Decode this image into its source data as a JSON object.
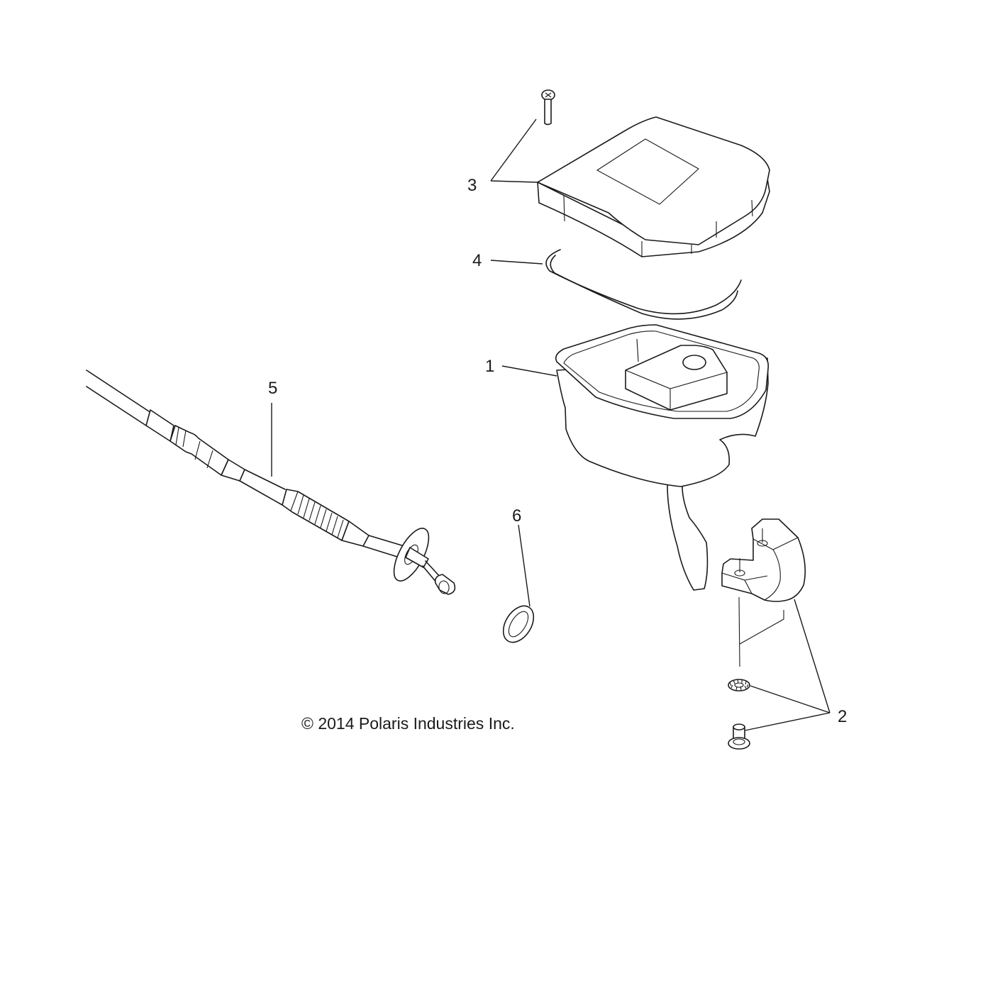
{
  "callouts": {
    "c1": "1",
    "c2": "2",
    "c3": "3",
    "c4": "4",
    "c5": "5",
    "c6": "6"
  },
  "copyright": "© 2014 Polaris Industries Inc.",
  "icons": {
    "part_1": "master-cylinder-body",
    "part_2": "clamp-washer-screw",
    "part_3": "reservoir-cover-screw",
    "part_4": "cover-gasket",
    "part_5": "brake-cable",
    "part_6": "o-ring"
  },
  "colors": {
    "ink": "#1a1a1a",
    "background": "#ffffff"
  }
}
